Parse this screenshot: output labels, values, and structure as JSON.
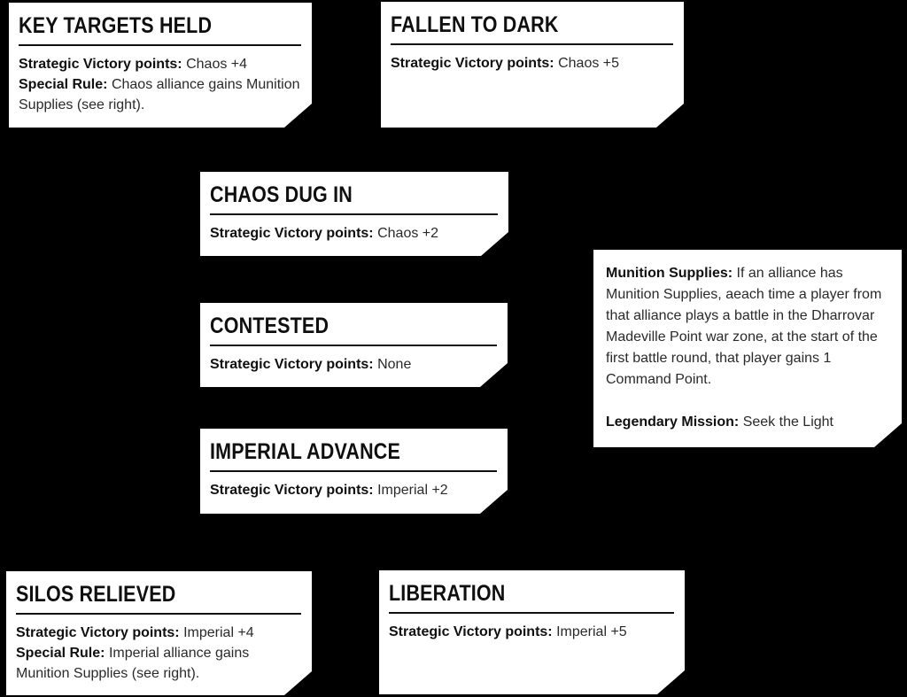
{
  "colors": {
    "background": "#000000",
    "card": "#ffffff",
    "ink": "#101010"
  },
  "cards": [
    {
      "title": "KEY TARGETS HELD",
      "lines": [
        {
          "label": "Strategic Victory points:",
          "value": "Chaos +4"
        },
        {
          "label": "Special Rule:",
          "value": "Chaos alliance gains Munition Supplies (see right)."
        }
      ]
    },
    {
      "title": "FALLEN TO DARK",
      "lines": [
        {
          "label": "Strategic Victory points:",
          "value": "Chaos +5"
        }
      ]
    },
    {
      "title": "CHAOS DUG IN",
      "lines": [
        {
          "label": "Strategic Victory points:",
          "value": "Chaos +2"
        }
      ]
    },
    {
      "title": "CONTESTED",
      "lines": [
        {
          "label": "Strategic Victory points:",
          "value": "None"
        }
      ]
    },
    {
      "title": "IMPERIAL ADVANCE",
      "lines": [
        {
          "label": "Strategic Victory points:",
          "value": "Imperial +2"
        }
      ]
    },
    {
      "title": "SILOS RELIEVED",
      "lines": [
        {
          "label": "Strategic Victory points:",
          "value": "Imperial +4"
        },
        {
          "label": "Special Rule:",
          "value": "Imperial alliance gains Munition Supplies (see right)."
        }
      ]
    },
    {
      "title": "LIBERATION",
      "lines": [
        {
          "label": "Strategic Victory points:",
          "value": "Imperial +5"
        }
      ]
    }
  ],
  "note": {
    "rule_label": "Munition Supplies:",
    "rule_text": "If an alliance has Munition Supplies, aeach time a player from that alliance plays a battle in the Dharrovar Madeville Point war zone, at the start of the first battle round, that player gains 1 Command Point.",
    "mission_label": "Legendary Mission:",
    "mission_text": "Seek the Light"
  }
}
